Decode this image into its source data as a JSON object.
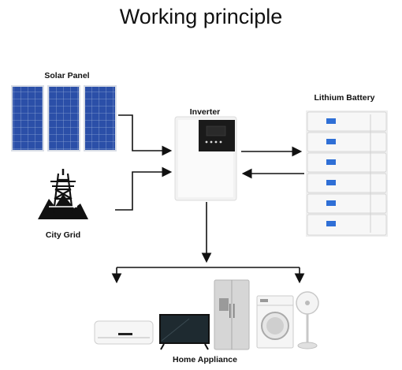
{
  "title": "Working principle",
  "labels": {
    "solar_panel": "Solar Panel",
    "inverter": "Inverter",
    "lithium_battery": "Lithium Battery",
    "city_grid": "City Grid",
    "home_appliance": "Home Appliance"
  },
  "colors": {
    "solar_cell": "#2b4fa8",
    "solar_frame": "#d8dde6",
    "line": "#111111",
    "battery_body": "#f4f4f4",
    "battery_screen": "#2f6fd6",
    "inverter_panel": "#1a1a1a"
  },
  "icons": {
    "solar": "solar-panel-icon",
    "grid": "power-tower-icon",
    "inverter": "inverter-icon",
    "battery": "battery-stack-icon",
    "appliances": [
      "air-conditioner-icon",
      "tv-icon",
      "refrigerator-icon",
      "washing-machine-icon",
      "fan-icon"
    ]
  }
}
